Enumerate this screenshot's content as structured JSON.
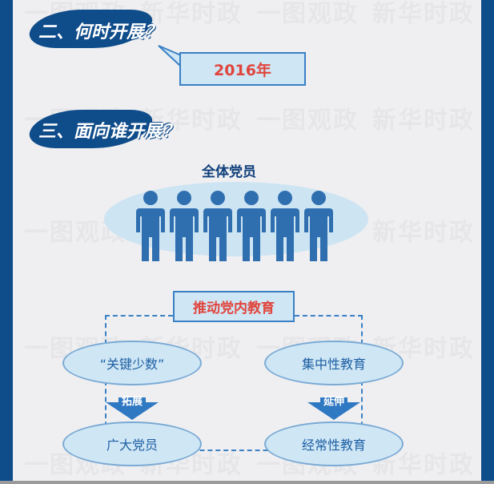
{
  "watermark": [
    "一图观政",
    "新华时政"
  ],
  "section2": {
    "title": "二、何时开展？",
    "answer": "2016年"
  },
  "section3": {
    "title": "三、面向谁开展？",
    "group_label": "全体党员",
    "center_box": "推动党内教育",
    "nodes": {
      "key_few": "“关键少数”",
      "all_members": "广大党员",
      "focused_edu": "集中性教育",
      "regular_edu": "经常性教育"
    },
    "arrows": {
      "expand": "拓展",
      "extend": "延伸"
    }
  },
  "colors": {
    "brand": "#0f4c8a",
    "accent": "#e0453c",
    "light": "#cfe6f5"
  }
}
